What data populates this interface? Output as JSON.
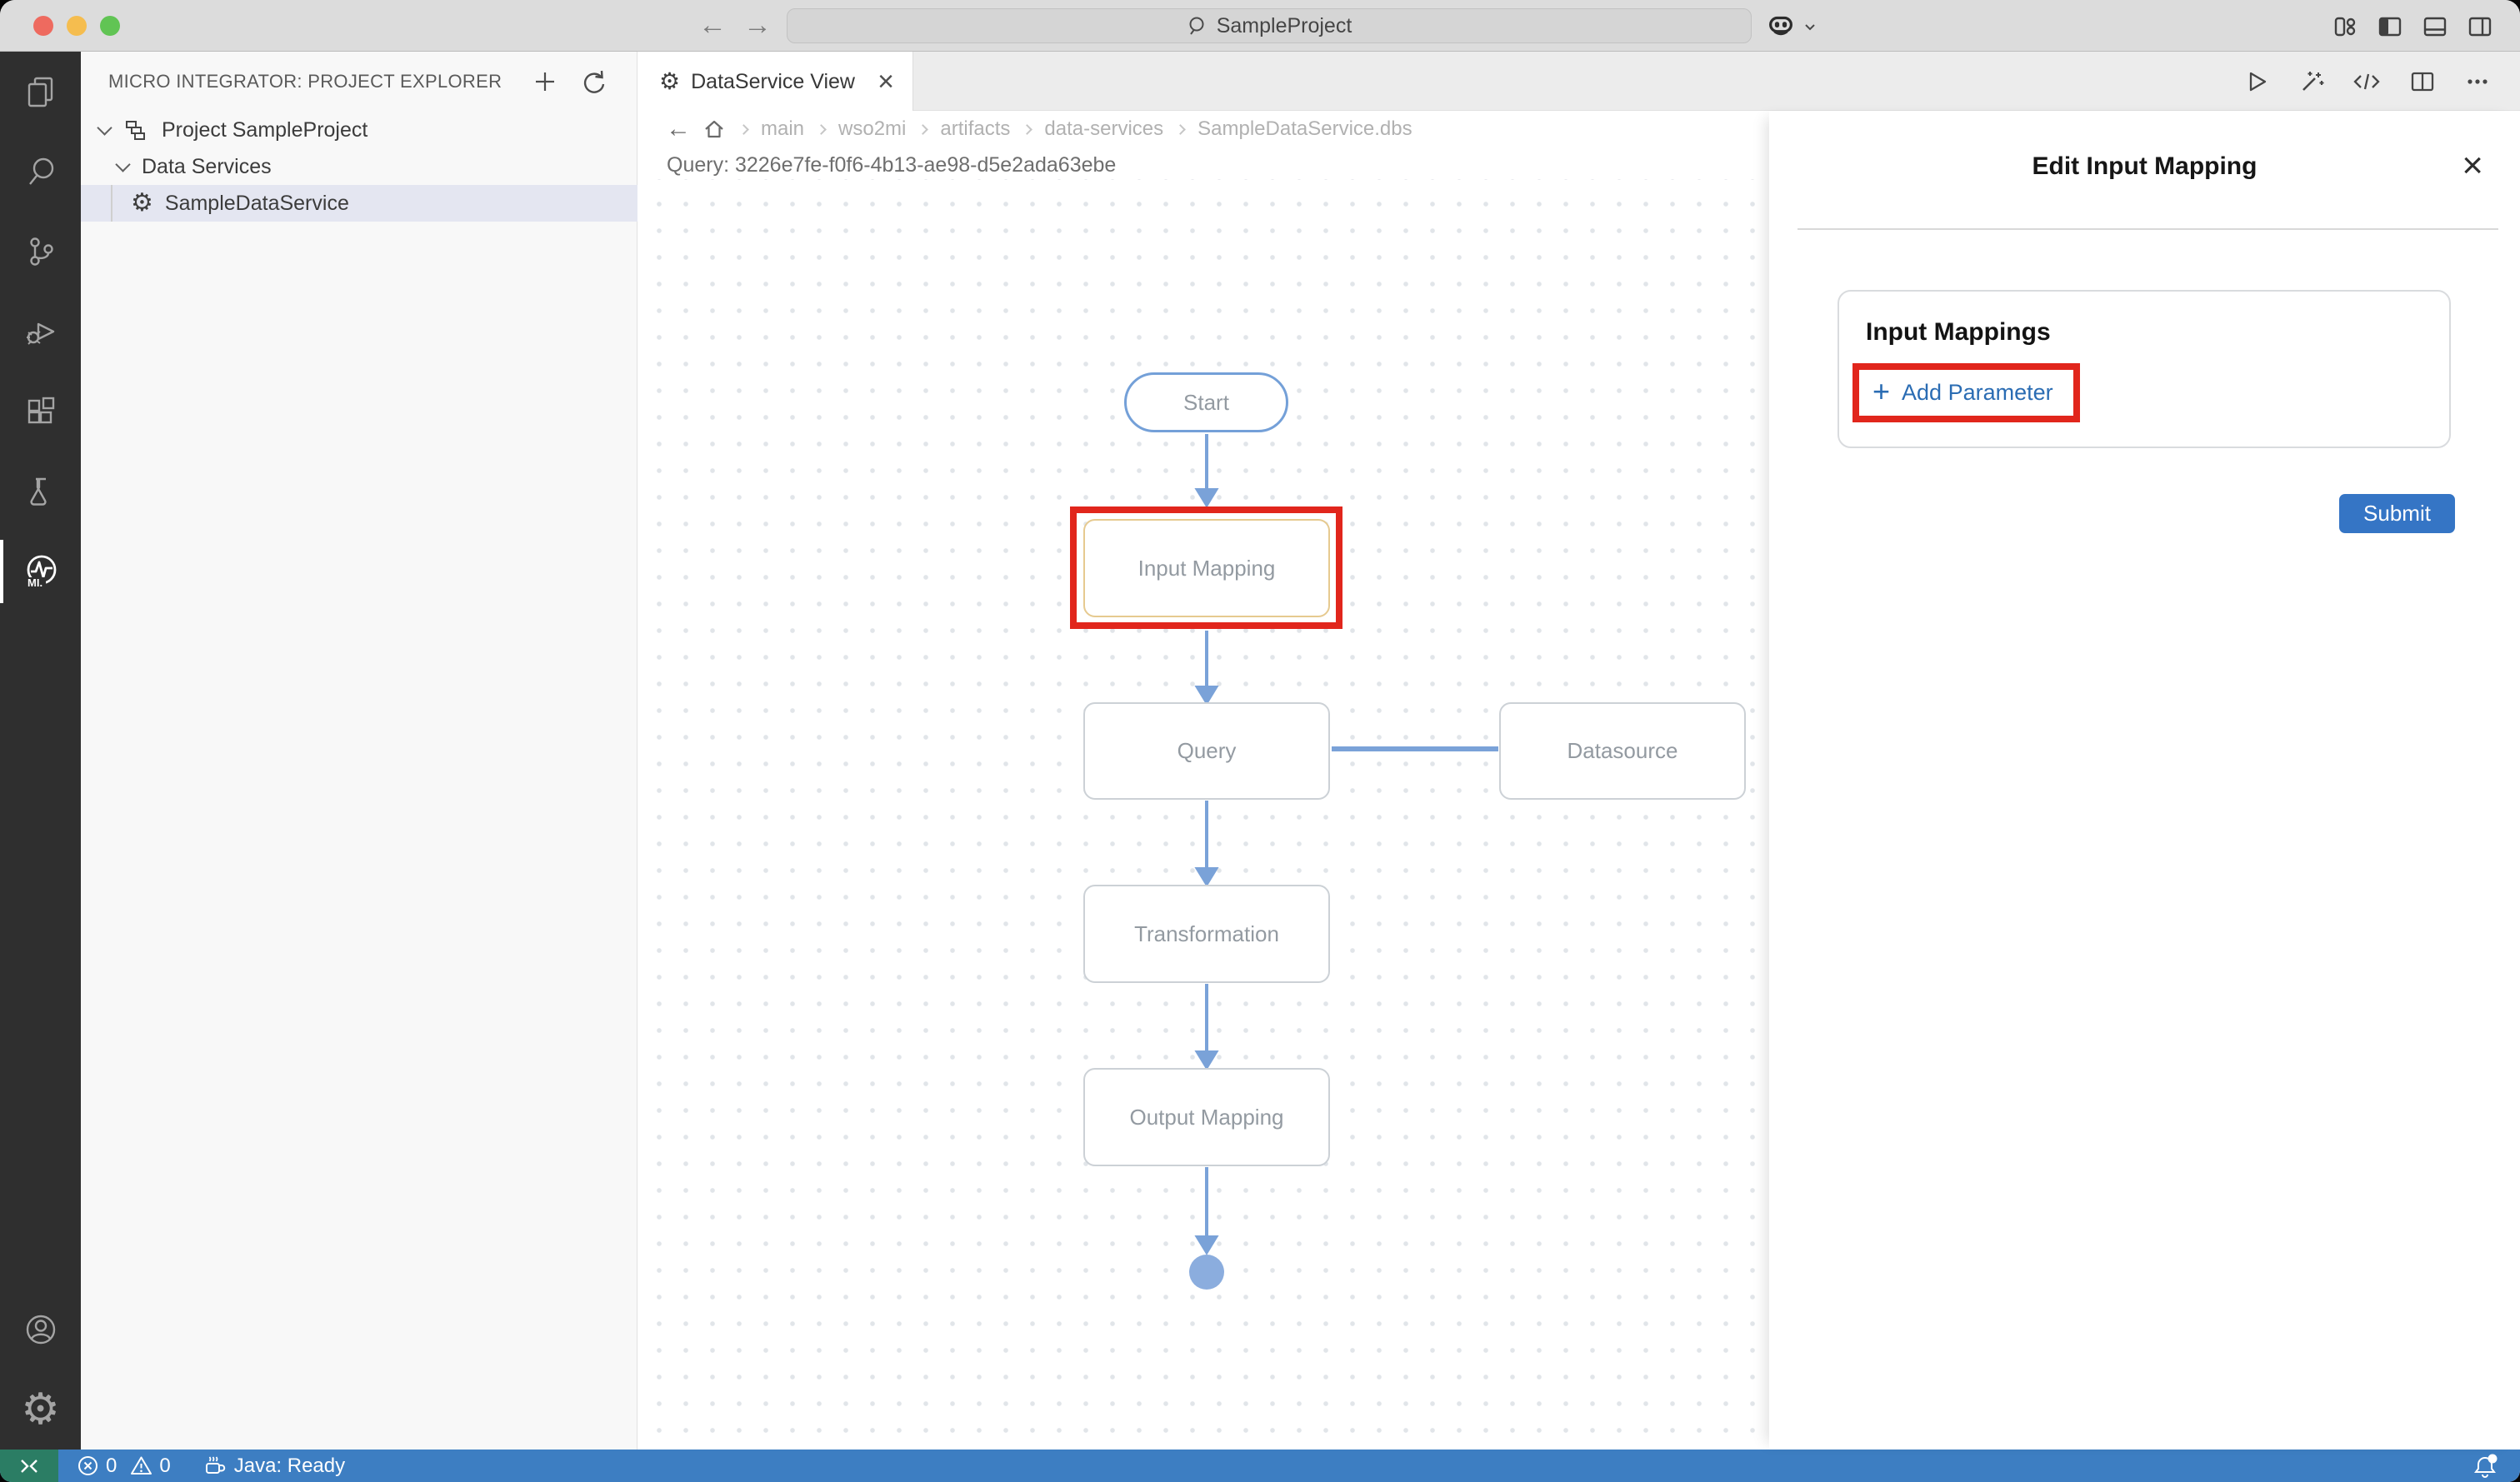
{
  "titlebar": {
    "project_name": "SampleProject"
  },
  "sidebar": {
    "title": "MICRO INTEGRATOR: PROJECT EXPLORER",
    "items": [
      {
        "label": "Project SampleProject"
      },
      {
        "label": "Data Services"
      },
      {
        "label": "SampleDataService"
      }
    ]
  },
  "tab": {
    "label": "DataService View",
    "close_glyph": "×"
  },
  "breadcrumb": {
    "items": [
      "main",
      "wso2mi",
      "artifacts",
      "data-services",
      "SampleDataService.dbs"
    ]
  },
  "diagram": {
    "query_label": "Query: 3226e7fe-f0f6-4b13-ae98-d5e2ada63ebe",
    "nodes": {
      "start": "Start",
      "input_mapping": "Input Mapping",
      "query": "Query",
      "datasource": "Datasource",
      "transformation": "Transformation",
      "output_mapping": "Output Mapping"
    }
  },
  "panel": {
    "title": "Edit Input Mapping",
    "close_glyph": "×",
    "section_title": "Input Mappings",
    "add_parameter_label": "Add Parameter",
    "plus_glyph": "+",
    "submit_label": "Submit"
  },
  "statusbar": {
    "errors": "0",
    "warnings": "0",
    "java_status": "Java: Ready"
  },
  "icons": {
    "mi_logo_text": "MI."
  },
  "colors": {
    "highlight_red": "#e1261c",
    "connector_blue": "#7aa2d8",
    "node_border_tan": "#e6ca90",
    "accent_blue": "#3575c5",
    "status_bar_blue": "#3d7ec2",
    "remote_teal": "#2b7d64",
    "selection_bg": "#e4e6f1"
  }
}
